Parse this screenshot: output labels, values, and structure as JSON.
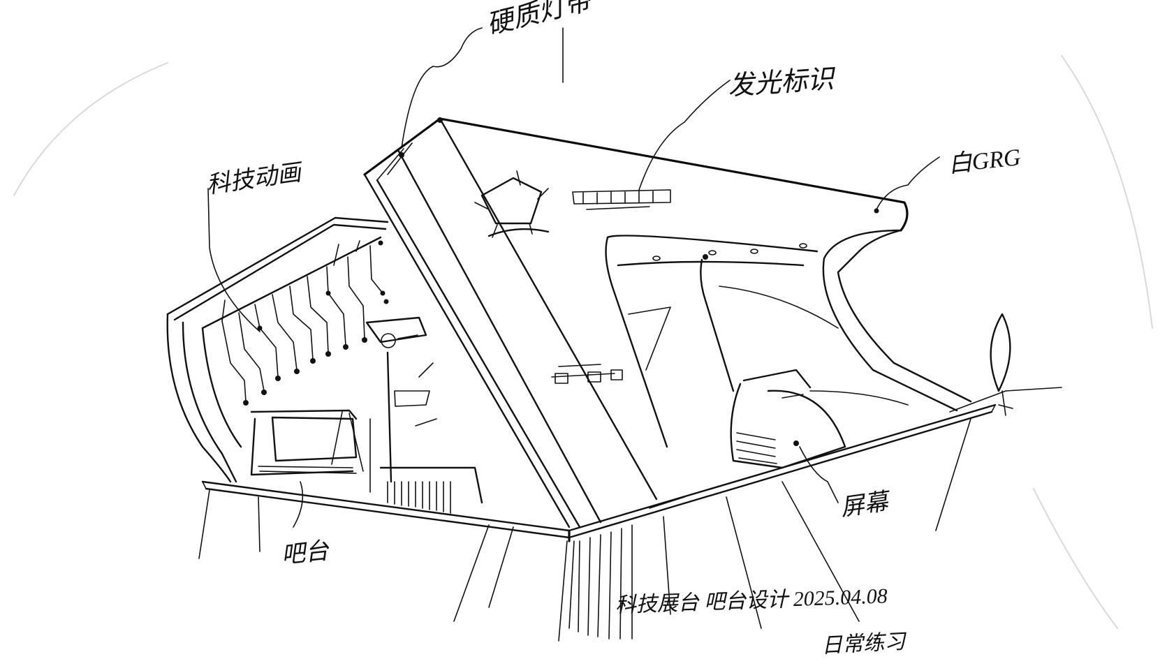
{
  "annotations": {
    "pillar": "硬质灯带",
    "logo_wall": "发光标识",
    "circuit_wall": "科技动画",
    "white_grg": "白GRG",
    "bar_counter": "吧台",
    "display_screen": "屏幕"
  },
  "signature": {
    "line1": "科技展台 吧台设计 2025.04.08",
    "line2": "日常练习"
  },
  "colors": {
    "ink": "#111111",
    "paper": "#ffffff"
  }
}
